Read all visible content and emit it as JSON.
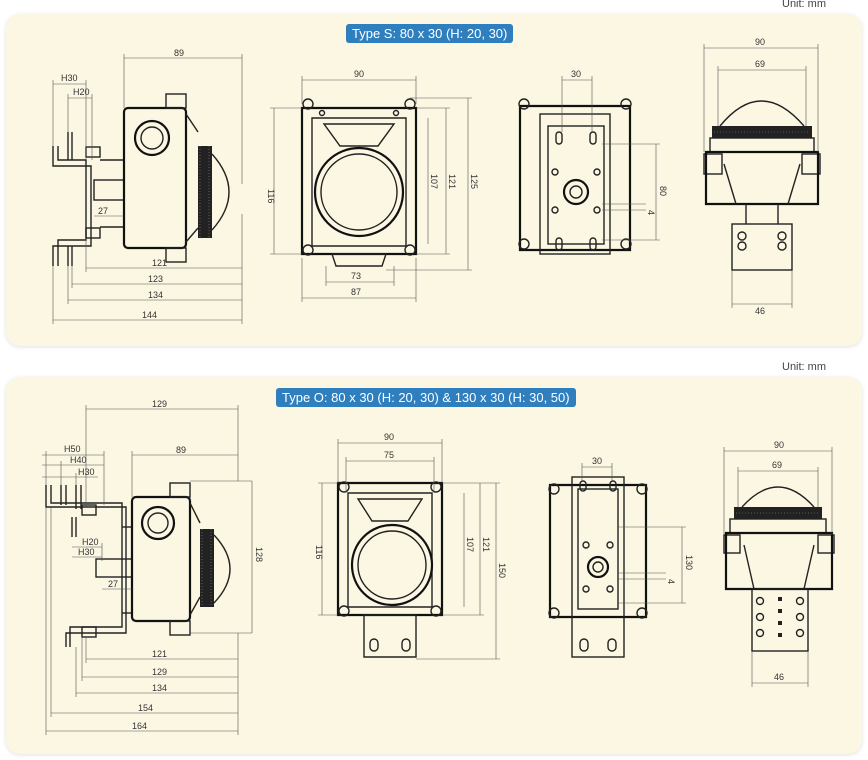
{
  "units": {
    "top": "Unit: mm",
    "bottom": "Unit: mm"
  },
  "type_s": {
    "title": "Type S: 80 x 30 (H: 20, 30)",
    "side": {
      "d89": "89",
      "h30": "H30",
      "h20": "H20",
      "d27": "27",
      "d121": "121",
      "d123": "123",
      "d134": "134",
      "d144": "144"
    },
    "front": {
      "d90": "90",
      "d116": "116",
      "d107": "107",
      "d121": "121",
      "d125": "125",
      "d73": "73",
      "d87": "87"
    },
    "back": {
      "d30": "30",
      "d80": "80",
      "d4": "4"
    },
    "profile": {
      "d90": "90",
      "d69": "69",
      "d46": "46"
    }
  },
  "type_o": {
    "title": "Type O: 80 x 30 (H: 20, 30) & 130 x 30 (H: 30, 50)",
    "side": {
      "d129top": "129",
      "d89": "89",
      "h50": "H50",
      "h40": "H40",
      "h30": "H30",
      "h20": "H20",
      "h30b": "H30",
      "d27": "27",
      "d128": "128",
      "d121": "121",
      "d129": "129",
      "d134": "134",
      "d154": "154",
      "d164": "164"
    },
    "front": {
      "d90": "90",
      "d75": "75",
      "d116": "116",
      "d107": "107",
      "d121": "121",
      "d150": "150"
    },
    "back": {
      "d30": "30",
      "d130": "130",
      "d4": "4"
    },
    "profile": {
      "d90": "90",
      "d69": "69",
      "d46": "46"
    }
  }
}
